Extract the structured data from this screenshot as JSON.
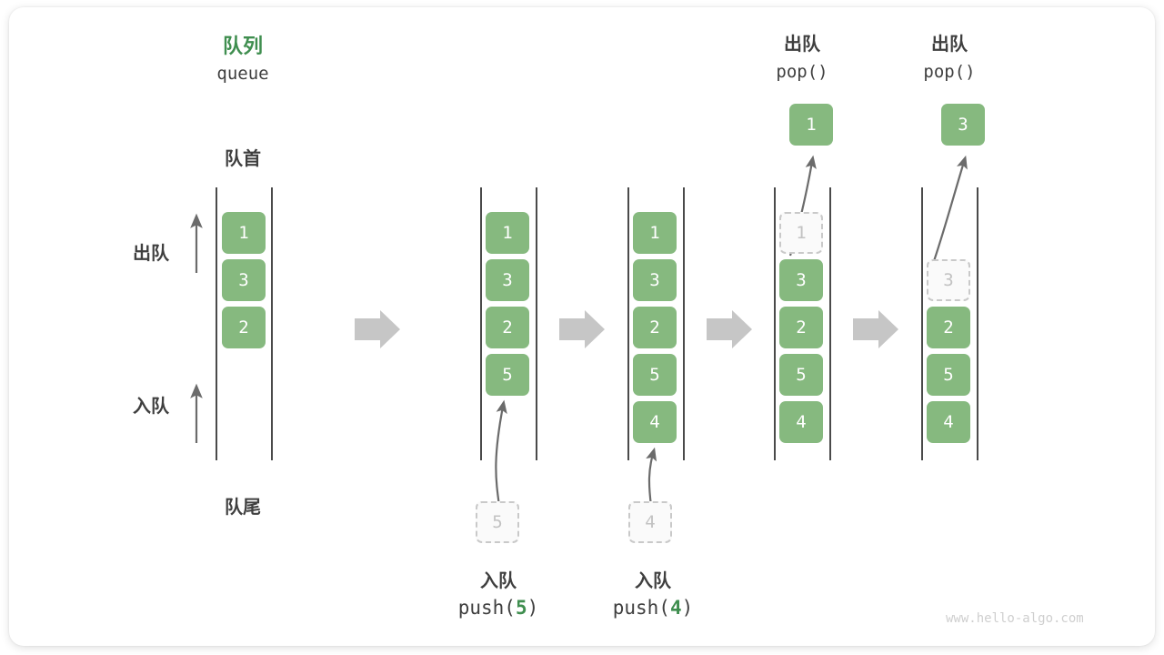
{
  "diagram": {
    "title_cjk": "队列",
    "title_en": "queue",
    "front_label": "队首",
    "rear_label": "队尾",
    "dequeue_side_label": "出队",
    "enqueue_side_label": "入队",
    "watermark": "www.hello-algo.com"
  },
  "columns": [
    {
      "id": "initial",
      "header_cjk": "",
      "header_code": "",
      "cells": [
        {
          "value": "1",
          "state": "filled"
        },
        {
          "value": "3",
          "state": "filled"
        },
        {
          "value": "2",
          "state": "filled"
        }
      ],
      "caption_cjk": "",
      "caption_code_prefix": "",
      "caption_code_arg": "",
      "caption_code_suffix": "",
      "incoming_value": "",
      "popped_value": ""
    },
    {
      "id": "push-5",
      "header_cjk": "",
      "header_code": "",
      "cells": [
        {
          "value": "1",
          "state": "filled"
        },
        {
          "value": "3",
          "state": "filled"
        },
        {
          "value": "2",
          "state": "filled"
        },
        {
          "value": "5",
          "state": "filled"
        }
      ],
      "caption_cjk": "入队",
      "caption_code_prefix": "push(",
      "caption_code_arg": "5",
      "caption_code_suffix": ")",
      "incoming_value": "5",
      "popped_value": ""
    },
    {
      "id": "push-4",
      "header_cjk": "",
      "header_code": "",
      "cells": [
        {
          "value": "1",
          "state": "filled"
        },
        {
          "value": "3",
          "state": "filled"
        },
        {
          "value": "2",
          "state": "filled"
        },
        {
          "value": "5",
          "state": "filled"
        },
        {
          "value": "4",
          "state": "filled"
        }
      ],
      "caption_cjk": "入队",
      "caption_code_prefix": "push(",
      "caption_code_arg": "4",
      "caption_code_suffix": ")",
      "incoming_value": "4",
      "popped_value": ""
    },
    {
      "id": "pop-1",
      "header_cjk": "出队",
      "header_code": "pop()",
      "cells": [
        {
          "value": "1",
          "state": "ghost"
        },
        {
          "value": "3",
          "state": "filled"
        },
        {
          "value": "2",
          "state": "filled"
        },
        {
          "value": "5",
          "state": "filled"
        },
        {
          "value": "4",
          "state": "filled"
        }
      ],
      "caption_cjk": "",
      "caption_code_prefix": "",
      "caption_code_arg": "",
      "caption_code_suffix": "",
      "incoming_value": "",
      "popped_value": "1"
    },
    {
      "id": "pop-3",
      "header_cjk": "出队",
      "header_code": "pop()",
      "cells": [
        {
          "value": "",
          "state": "empty"
        },
        {
          "value": "3",
          "state": "ghost"
        },
        {
          "value": "2",
          "state": "filled"
        },
        {
          "value": "5",
          "state": "filled"
        },
        {
          "value": "4",
          "state": "filled"
        }
      ],
      "caption_cjk": "",
      "caption_code_prefix": "",
      "caption_code_arg": "",
      "caption_code_suffix": "",
      "incoming_value": "",
      "popped_value": "3"
    }
  ],
  "colors": {
    "cell_fill": "#86b97f",
    "accent": "#3f8e4f",
    "text": "#3f3f3f",
    "ghost_border": "#c9c9c9",
    "arrow_grey": "#c6c6c6",
    "arrow_dark": "#6b6b6b"
  }
}
